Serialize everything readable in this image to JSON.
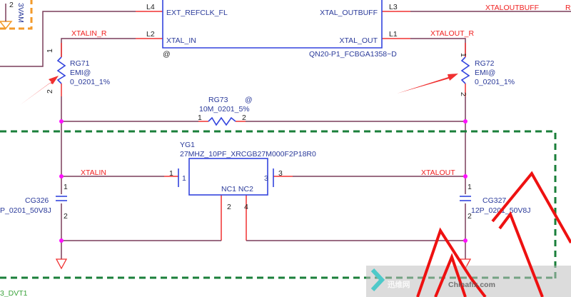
{
  "ic": {
    "pin_ext_refclk": "EXT_REFCLK_FL",
    "pin_xtal_in": "XTAL_IN",
    "pin_xtal_outbuff": "XTAL_OUTBUFF",
    "pin_xtal_out": "XTAL_OUT",
    "at_mark": "@",
    "part": "QN20-P1_FCBGA1358~D",
    "pin_L4": "L4",
    "pin_L2": "L2",
    "pin_L3": "L3",
    "pin_L1": "L1"
  },
  "top_left": {
    "net_partial": "3VAM",
    "pin": "2"
  },
  "nets": {
    "xtalin_r": "XTALIN_R",
    "xtalout_r": "XTALOUT_R",
    "xtaloutbuff": "XTALOUTBUFF",
    "xtaloutbuff_cut": "R",
    "xtalin": "XTALIN",
    "xtalout": "XTALOUT"
  },
  "rg71": {
    "ref": "RG71",
    "opt": "EMI@",
    "value": "0_0201_1%",
    "pin1": "1",
    "pin2": "2"
  },
  "rg72": {
    "ref": "RG72",
    "opt": "EMI@",
    "value": "0_0201_1%",
    "pin1": "1",
    "pin2": "2"
  },
  "rg73": {
    "ref": "RG73",
    "opt": "@",
    "value": "10M_0201_5%",
    "pin1": "1",
    "pin2": "2"
  },
  "yg1": {
    "ref": "YG1",
    "value": "27MHZ_10PF_XRCGB27M000F2P18R0",
    "pin1": "1",
    "pin3": "3",
    "pin2": "2",
    "pin4": "4",
    "nc_label": "NC1 NC2"
  },
  "cg326": {
    "ref": "CG326",
    "value": "P_0201_50V8J",
    "pin1": "1",
    "pin2": "2"
  },
  "cg327": {
    "ref": "CG327",
    "value": "12P_0201_50V8J",
    "pin1": "1",
    "pin2": "2"
  },
  "region_label": "3_DVT1",
  "watermark": {
    "cn": "迅维网",
    "en": "Chinafix.com"
  }
}
